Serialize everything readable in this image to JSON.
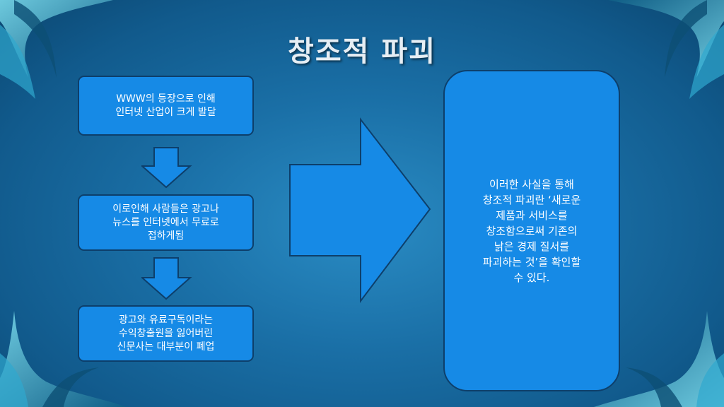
{
  "title": "창조적 파괴",
  "flow": [
    {
      "text": "WWW의 등장으로 인해\n인터넷 산업이 크게 발달"
    },
    {
      "text": "이로인해 사람들은 광고나\n뉴스를 인터넷에서 무료로\n접하게됨"
    },
    {
      "text": "광고와 유료구독이라는\n수익창출원을 잃어버린\n신문사는 대부분이 폐업"
    }
  ],
  "conclusion": "이러한 사실을 통해\n창조적 파괴란 ‘새로운\n제품과 서비스를\n창조함으로써 기존의\n낡은 경제 질서를\n파괴하는 것’을 확인할\n수 있다.",
  "colors": {
    "box_fill": "#168ae6",
    "box_border": "#0d3f6b",
    "background": "#1a6fa6",
    "title_text": "#e6eef4"
  }
}
